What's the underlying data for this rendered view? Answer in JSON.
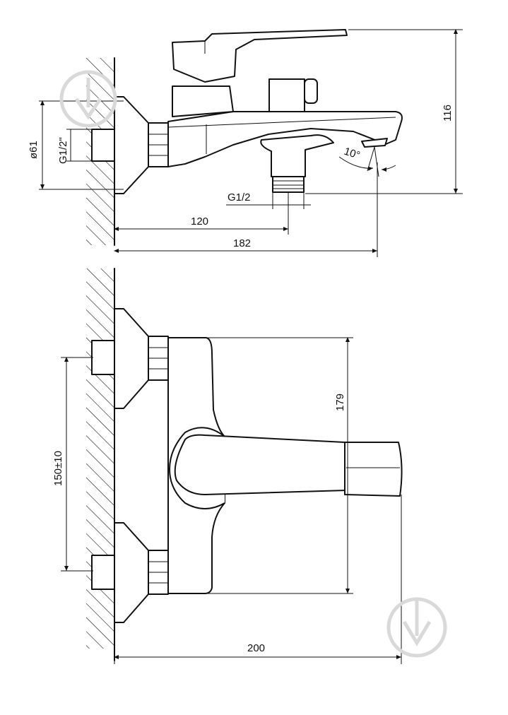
{
  "dimensions": {
    "side_view": {
      "pipe_diameter": "ø61",
      "wall_thread": "G1/2\"",
      "outlet_thread": "G1/2",
      "spout_angle": "10°",
      "height": "116",
      "outlet_distance": "120",
      "spout_reach": "182"
    },
    "front_view": {
      "body_height": "179",
      "inlet_spacing": "150±10",
      "total_width": "200"
    }
  },
  "colors": {
    "line": "#111111",
    "background": "#ffffff",
    "watermark": "#d9d9d9"
  },
  "watermark": {
    "icon": "drop-down-arrow-logo"
  }
}
